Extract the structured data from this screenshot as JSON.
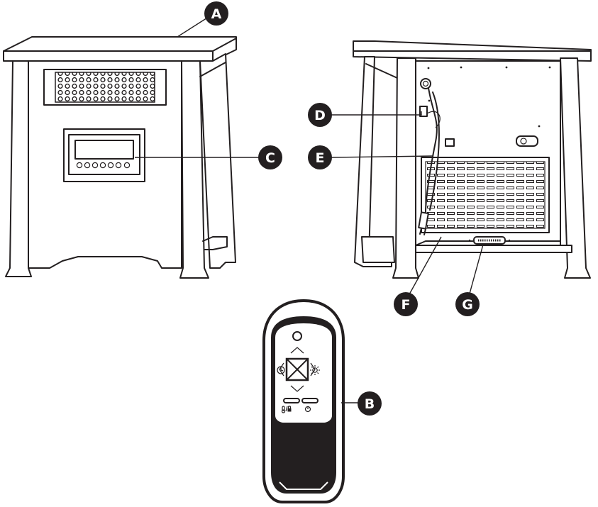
{
  "callouts": {
    "a": "A",
    "b": "B",
    "c": "C",
    "d": "D",
    "e": "E",
    "f": "F",
    "g": "G"
  },
  "icons": {
    "front": "heater-front-view",
    "back": "heater-back-view",
    "remote": "remote-control"
  },
  "colors": {
    "ink": "#231f20",
    "paper": "#ffffff"
  }
}
